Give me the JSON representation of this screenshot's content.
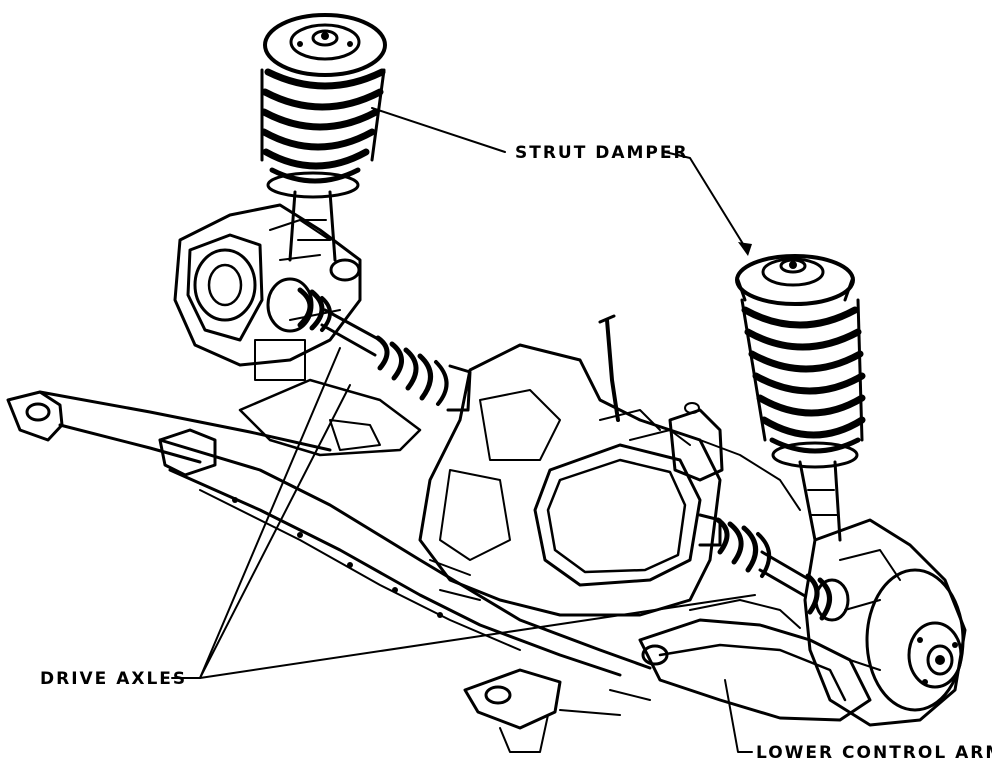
{
  "diagram": {
    "labels": {
      "strut_damper": "STRUT DAMPER",
      "drive_axles": "DRIVE AXLES",
      "lower_control_arm": "LOWER CONTROL ARM"
    },
    "colors": {
      "ink": "#000000",
      "paper": "#ffffff"
    }
  }
}
